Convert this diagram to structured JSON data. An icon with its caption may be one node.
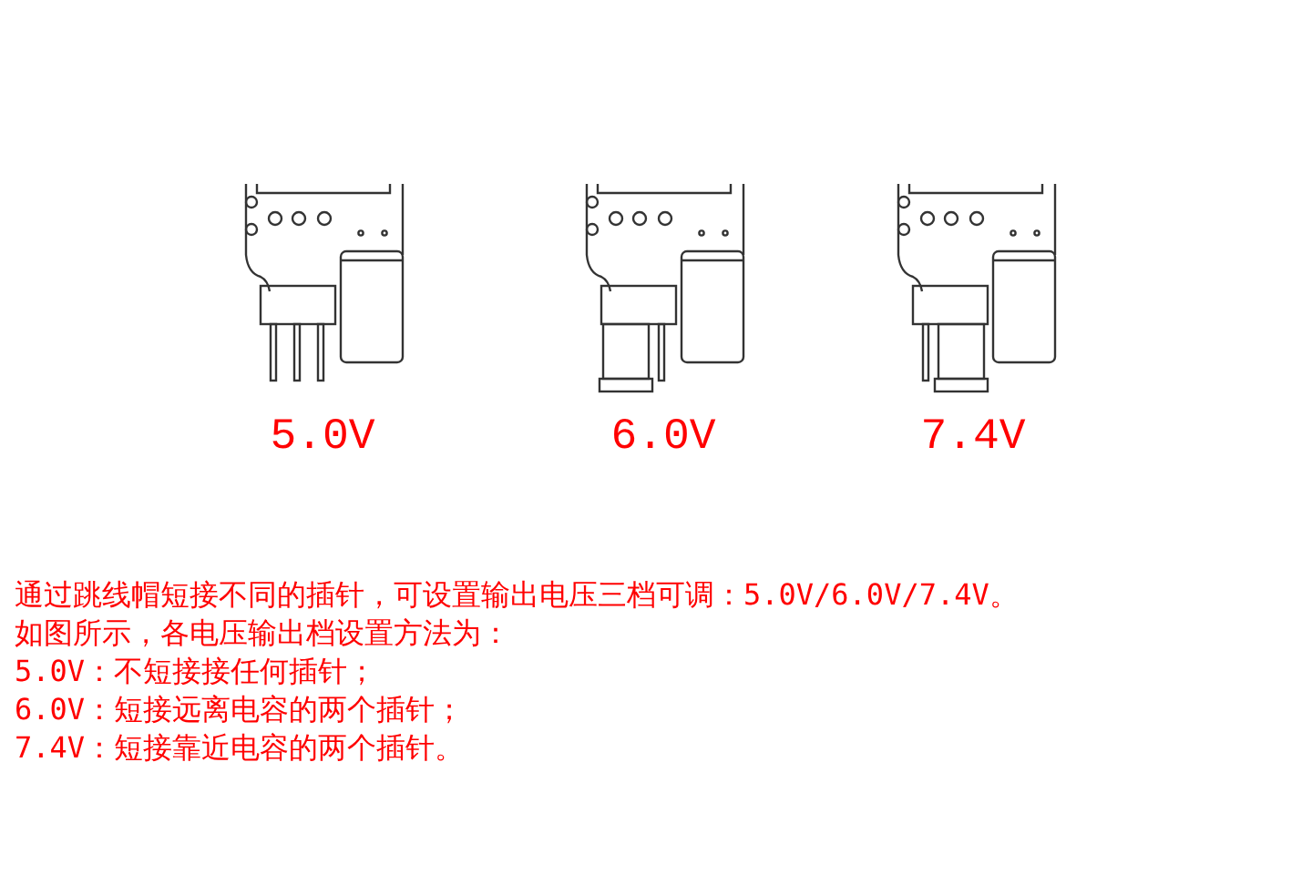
{
  "diagram": {
    "labels": [
      "5.0V",
      "6.0V",
      "7.4V",
      "通过跳线帽短接不同的插针，可设置输出电压三档可调：5.0V/6.0V/7.4V。",
      "如图所示，各电压输出档设置方法为：",
      "5.0V：不短接接任何插针；",
      "6.0V：短接远离电容的两个插针；",
      "7.4V：短接靠近电容的两个插针。"
    ]
  }
}
